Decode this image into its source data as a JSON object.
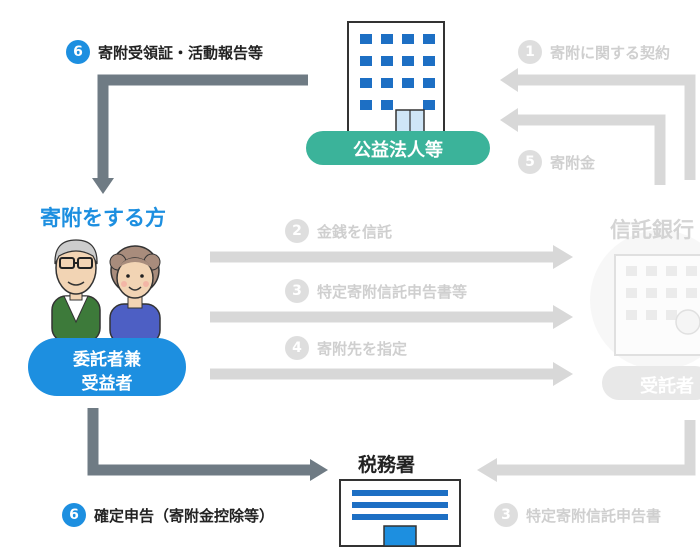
{
  "colors": {
    "accent": "#1d8fe0",
    "teal": "#3bb39a",
    "dim_gray": "#d8d8d8",
    "dark_arrow": "#6f7b84",
    "text": "#222222"
  },
  "nodes": {
    "public_corp_label": "公益法人等",
    "donor_title": "寄附をする方",
    "donor_badge": [
      "委託者兼",
      "受益者"
    ],
    "tax_office": "税務署",
    "trust_bank": "信託銀行",
    "beneficiary": "受託者"
  },
  "steps": [
    {
      "num": "6",
      "text": "寄附受領証・活動報告等",
      "state": "active"
    },
    {
      "num": "1",
      "text": "寄附に関する契約",
      "state": "dim"
    },
    {
      "num": "5",
      "text": "寄附金",
      "state": "dim"
    },
    {
      "num": "2",
      "text": "金銭を信託",
      "state": "dim"
    },
    {
      "num": "3",
      "text": "特定寄附信託申告書等",
      "state": "dim"
    },
    {
      "num": "4",
      "text": "寄附先を指定",
      "state": "dim"
    },
    {
      "num": "6",
      "text": "確定申告（寄附金控除等）",
      "state": "active"
    },
    {
      "num": "3",
      "text": "特定寄附信託申告書",
      "state": "dim"
    }
  ]
}
